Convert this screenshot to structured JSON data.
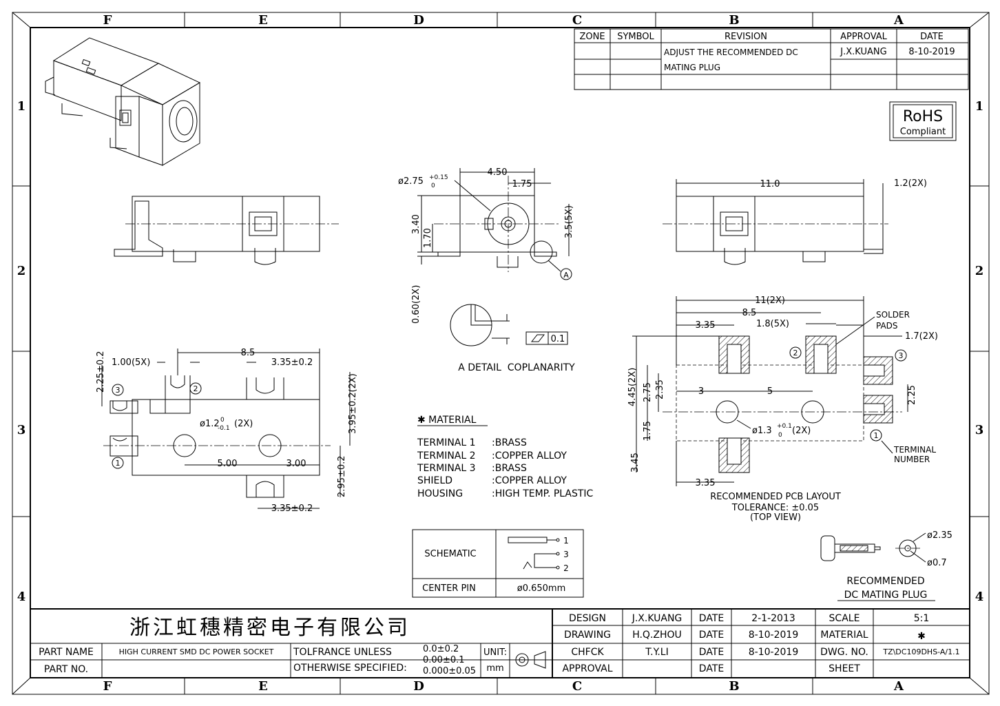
{
  "border": {
    "columns": [
      "F",
      "E",
      "D",
      "C",
      "B",
      "A"
    ],
    "rows": [
      "1",
      "2",
      "3",
      "4"
    ]
  },
  "revision_table": {
    "headers": [
      "ZONE",
      "SYMBOL",
      "REVISION",
      "APPROVAL",
      "DATE"
    ],
    "revision_line1": "ADJUST THE RECOMMENDED DC",
    "revision_line2": "MATING PLUG",
    "approval": "J.X.KUANG",
    "date": "8-10-2019"
  },
  "rohs": {
    "title": "RoHS",
    "subtitle": "Compliant"
  },
  "front_view": {
    "dia": "ø2.75",
    "dia_tol_plus": "+0.15",
    "dia_tol_minus": "0",
    "w450": "4.50",
    "w175": "1.75",
    "h340": "3.40",
    "h170": "1.70",
    "h35": "3.5(5X)",
    "h060": "0.60(2X)",
    "detail_ref": "A"
  },
  "side_view": {
    "len": "11.0",
    "tab": "1.2(2X)"
  },
  "detail": {
    "tol": "0.1",
    "caption": "A DETAIL  COPLANARITY"
  },
  "bottom_view": {
    "w85": "8.5",
    "w100": "1.00(5X)",
    "w335_top": "3.35±0.2",
    "h225": "2.25±0.2",
    "h395": "3.95±0.2(2X)",
    "hole": "ø1.2",
    "hole_tol_plus": "0",
    "hole_tol_minus": "-0.1",
    "hole_count": "(2X)",
    "w500": "5.00",
    "w300": "3.00",
    "h295": "2.95±0.2",
    "w335_bot": "3.35±0.2",
    "pins": [
      "1",
      "2",
      "3"
    ]
  },
  "material": {
    "title": "✱ MATERIAL",
    "rows": [
      {
        "part": "TERMINAL 1",
        "mat": ":BRASS"
      },
      {
        "part": "TERMINAL 2",
        "mat": ":COPPER ALLOY"
      },
      {
        "part": "TERMINAL 3",
        "mat": ":BRASS"
      },
      {
        "part": "SHIELD",
        "mat": ":COPPER ALLOY"
      },
      {
        "part": "HOUSING",
        "mat": ":HIGH TEMP. PLASTIC"
      }
    ]
  },
  "pcb": {
    "w11": "11(2X)",
    "w85": "8.5",
    "w335": "3.35",
    "w18": "1.8(5X)",
    "solder1": "SOLDER",
    "solder2": "PADS",
    "w17": "1.7(2X)",
    "h445": "4.45(2X)",
    "h275": "2.75",
    "h235": "2.35",
    "w3": "3",
    "w5": "5",
    "h225": "2.25",
    "h345": "3.45",
    "h175": "1.75",
    "hole": "ø1.3",
    "hole_tol_plus": "+0.1",
    "hole_tol_minus": "0",
    "hole_count": "(2X)",
    "term1": "TERMINAL",
    "term2": "NUMBER",
    "w335_bot": "3.35",
    "caption1": "RECOMMENDED PCB LAYOUT",
    "caption2": "TOLERANCE: ±0.05",
    "caption3": "(TOP VIEW)",
    "pins": [
      "1",
      "2",
      "3"
    ]
  },
  "schematic": {
    "label": "SCHEMATIC",
    "pin_label": "CENTER PIN",
    "pin_value": "ø0.650mm",
    "pins": [
      "1",
      "3",
      "2"
    ]
  },
  "plug": {
    "d235": "ø2.35",
    "d07": "ø0.7",
    "caption1": "RECOMMENDED",
    "caption2": "DC MATING PLUG"
  },
  "title_block": {
    "company": "浙江虹穗精密电子有限公司",
    "part_name_label": "PART NAME",
    "part_name": "HIGH CURRENT SMD DC POWER SOCKET",
    "part_no_label": "PART NO.",
    "tol_line1": "TOLFRANCE UNLESS",
    "tol_line2": "OTHERWISE SPECIFIED:",
    "tol_v1": "0.0±0.2",
    "tol_v2": "0.00±0.1",
    "tol_v3": "0.000±0.05",
    "unit_label": "UNIT:",
    "unit": "mm",
    "design_label": "DESIGN",
    "design_by": "J.X.KUANG",
    "design_date": "2-1-2013",
    "drawing_label": "DRAWING",
    "drawing_by": "H.Q.ZHOU",
    "drawing_date": "8-10-2019",
    "check_label": "CHFCK",
    "check_by": "T.Y.LI",
    "check_date": "8-10-2019",
    "approval_label": "APPROVAL",
    "date_label": "DATE",
    "scale_label": "SCALE",
    "scale": "5:1",
    "material_label": "MATERIAL",
    "material": "✱",
    "dwg_label": "DWG. NO.",
    "dwg_no": "TZ\\DC109DHS-A/1.1",
    "sheet_label": "SHEET"
  }
}
